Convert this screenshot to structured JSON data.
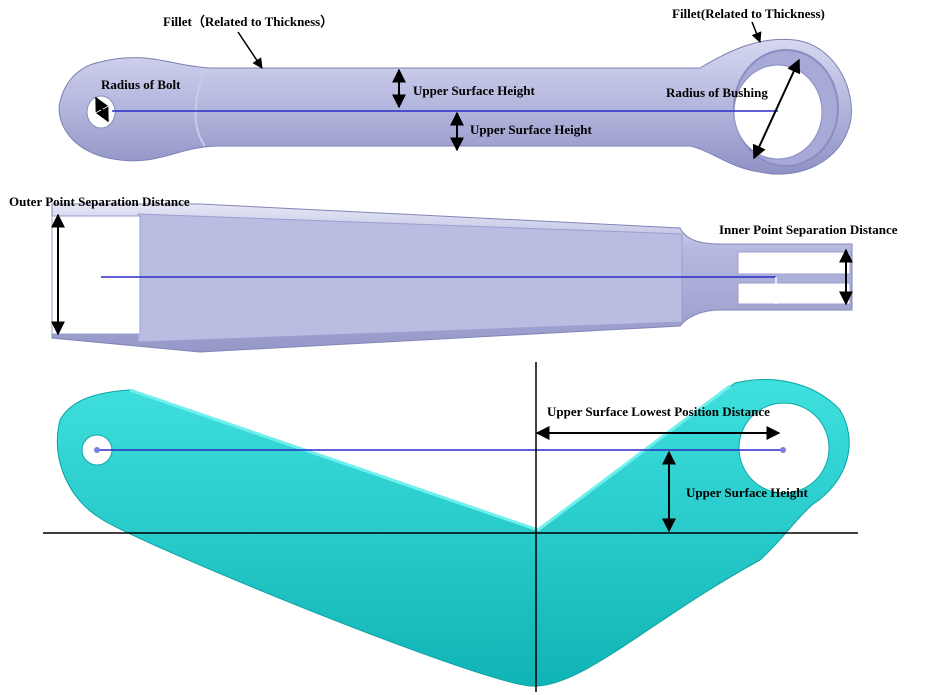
{
  "labels": {
    "fillet_left": "Fillet（Related to Thickness）",
    "fillet_right": "Fillet(Related to Thickness)",
    "radius_bolt": "Radius of Bolt",
    "upper_height_1": "Upper Surface Height",
    "upper_height_2": "Upper Surface Height",
    "radius_bushing": "Radius of Bushing",
    "outer_sep": "Outer Point Separation Distance",
    "inner_sep": "Inner Point Separation Distance",
    "lowest_pos": "Upper Surface Lowest Position Distance",
    "upper_height_3": "Upper Surface Height"
  },
  "colors": {
    "part_top": "#b8bbe0",
    "part_side": "#b3b6de",
    "part_cyan": "#22c4c4",
    "axis_line": "#2c2cc8",
    "ink": "#000000"
  }
}
